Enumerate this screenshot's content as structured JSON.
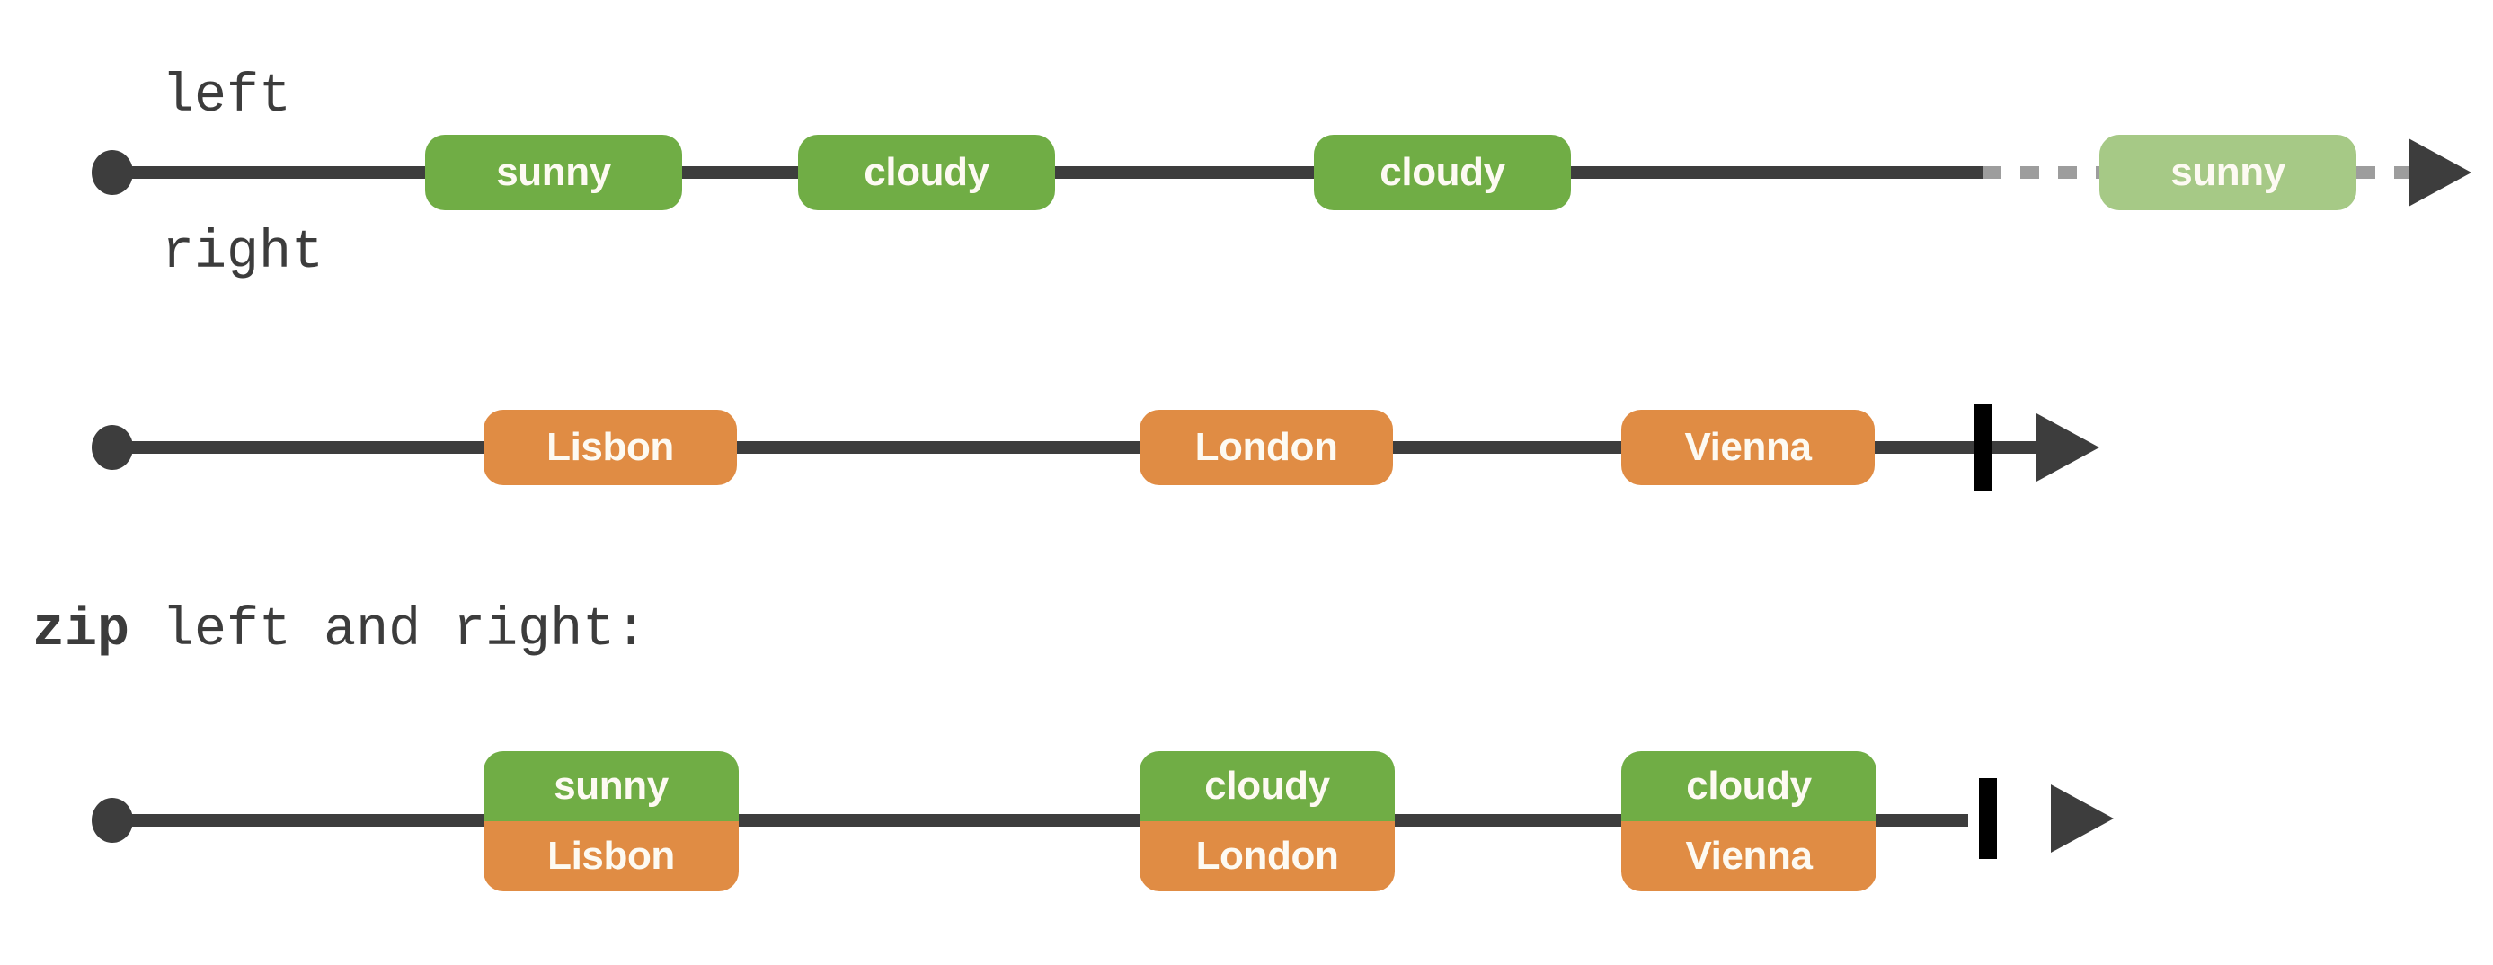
{
  "diagram": {
    "title": "zip left and right",
    "type": "marble-diagram",
    "palette": {
      "green": "#70ad45",
      "green_faded": "#a6c986",
      "orange": "#e08c44",
      "line": "#3d3d3d",
      "line_dashed": "#9d9d9d",
      "complete_bar": "#000000",
      "marble_text": "#fdfaf2",
      "label_text": "#3c3c3c",
      "background": "#ffffff"
    }
  },
  "rows": [
    {
      "id": "left",
      "label": "left",
      "label_bold_prefix": "",
      "stream": {
        "start_marker": "filled-dot",
        "line_style": "solid-then-dashed",
        "terminator": "arrow",
        "completed": false,
        "marbles": [
          {
            "value": "sunny",
            "color": "green",
            "faded": false
          },
          {
            "value": "cloudy",
            "color": "green",
            "faded": false
          },
          {
            "value": "cloudy",
            "color": "green",
            "faded": false
          },
          {
            "value": "sunny",
            "color": "green",
            "faded": true
          }
        ]
      }
    },
    {
      "id": "right",
      "label": "right",
      "label_bold_prefix": "",
      "stream": {
        "start_marker": "filled-dot",
        "line_style": "solid",
        "terminator": "arrow",
        "completed": true,
        "marbles": [
          {
            "value": "Lisbon",
            "color": "orange",
            "faded": false
          },
          {
            "value": "London",
            "color": "orange",
            "faded": false
          },
          {
            "value": "Vienna",
            "color": "orange",
            "faded": false
          }
        ]
      }
    },
    {
      "id": "zip-result",
      "label": " left and right:",
      "label_bold_prefix": "zip",
      "stream": {
        "start_marker": "filled-dot",
        "line_style": "solid",
        "terminator": "arrow-detached",
        "completed": true,
        "marbles": [
          {
            "top": "sunny",
            "bottom": "Lisbon"
          },
          {
            "top": "cloudy",
            "bottom": "London"
          },
          {
            "top": "cloudy",
            "bottom": "Vienna"
          }
        ]
      }
    }
  ]
}
